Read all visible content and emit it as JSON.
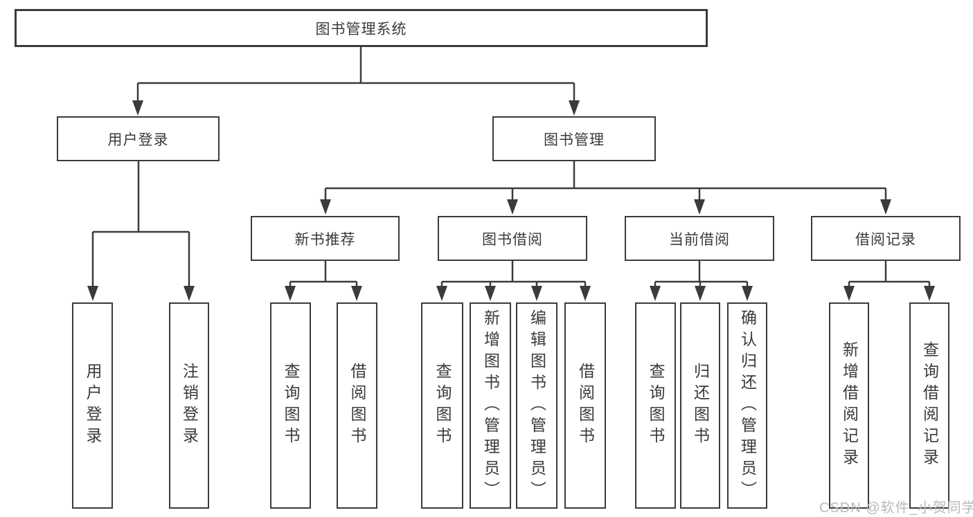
{
  "diagram": {
    "root": {
      "label": "图书管理系统"
    },
    "level2": [
      {
        "label": "用户登录",
        "children": [
          {
            "label": "用户登录"
          },
          {
            "label": "注销登录"
          }
        ]
      },
      {
        "label": "图书管理",
        "groups": [
          {
            "label": "新书推荐",
            "children": [
              {
                "label": "查询图书"
              },
              {
                "label": "借阅图书"
              }
            ]
          },
          {
            "label": "图书借阅",
            "children": [
              {
                "label": "查询图书"
              },
              {
                "label": "新增图书（管理员）"
              },
              {
                "label": "编辑图书（管理员）"
              },
              {
                "label": "借阅图书"
              }
            ]
          },
          {
            "label": "当前借阅",
            "children": [
              {
                "label": "查询图书"
              },
              {
                "label": "归还图书"
              },
              {
                "label": "确认归还（管理员）"
              }
            ]
          },
          {
            "label": "借阅记录",
            "children": [
              {
                "label": "新增借阅记录"
              },
              {
                "label": "查询借阅记录"
              }
            ]
          }
        ]
      }
    ]
  },
  "watermark": {
    "text": "CSDN @软件_小贺同学"
  },
  "colors": {
    "line": "#3b3b3b",
    "text": "#3a3a3a",
    "watermark": "#b9b9b9",
    "background": "#ffffff"
  }
}
